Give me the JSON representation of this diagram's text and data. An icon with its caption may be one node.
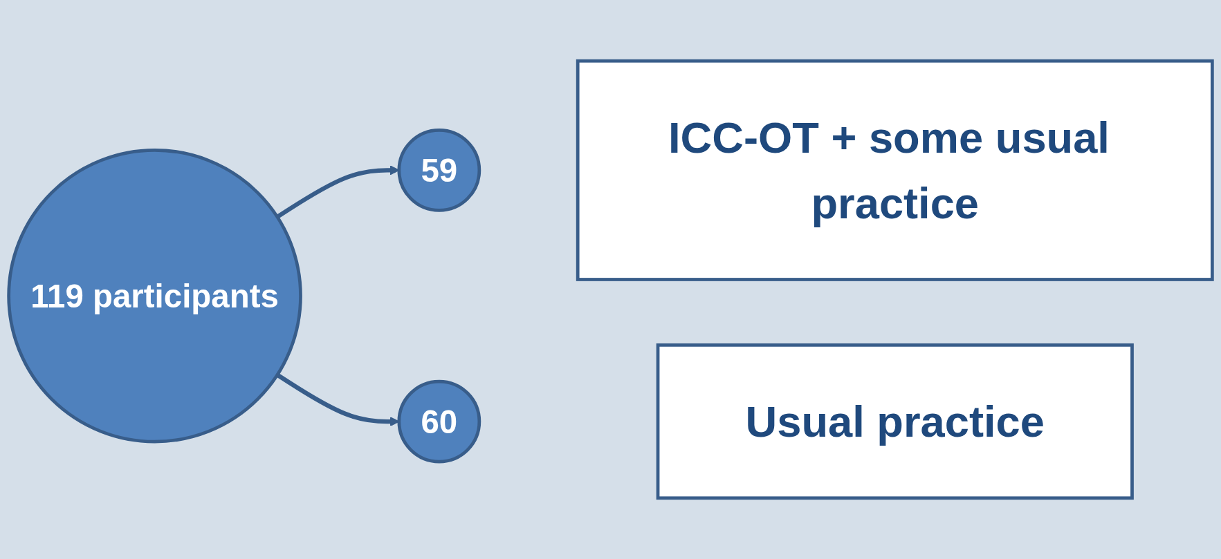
{
  "diagram": {
    "nodes": [
      {
        "text": [
          "119 participants"
        ]
      },
      {
        "text": [
          "59"
        ]
      },
      {
        "text": [
          "60"
        ]
      },
      {
        "text": [
          "ICC-OT + some usual practice"
        ]
      },
      {
        "text": [
          "Usual practice"
        ]
      }
    ],
    "edges": [
      {
        "from": 0,
        "to": 1,
        "arrow": "to"
      },
      {
        "from": 0,
        "to": 2,
        "arrow": "to"
      }
    ]
  }
}
